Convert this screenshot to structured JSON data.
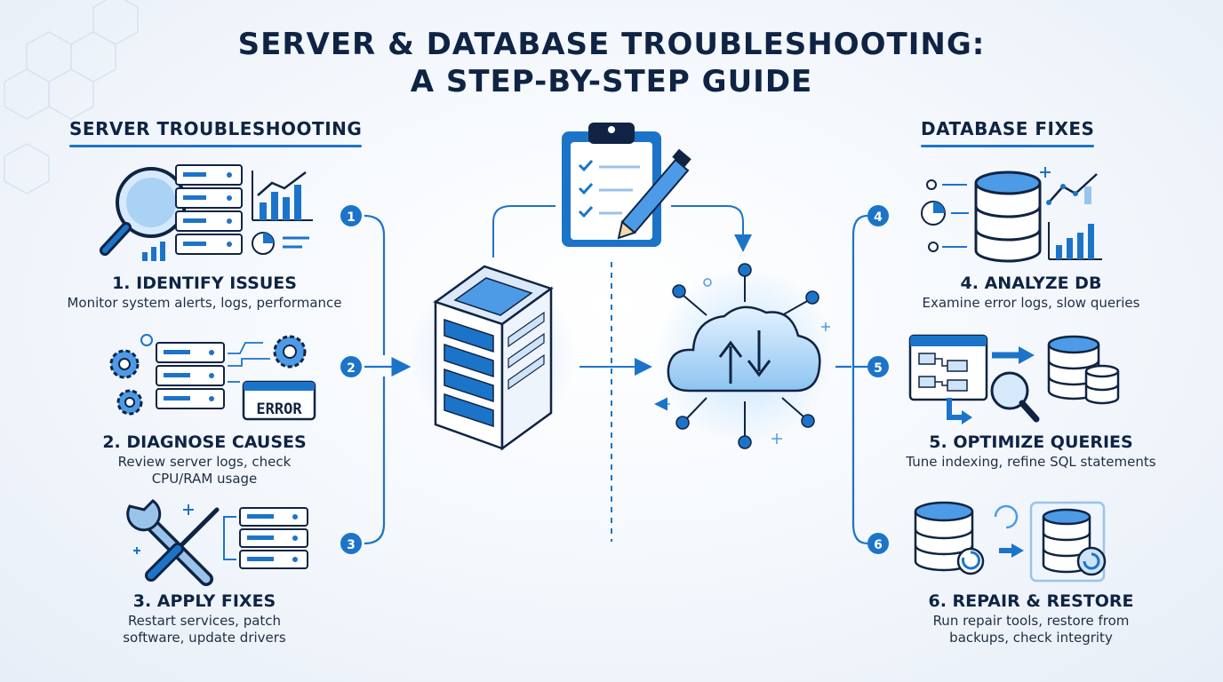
{
  "title": {
    "line1": "SERVER & DATABASE TROUBLESHOOTING:",
    "line2": "A STEP-BY-STEP GUIDE"
  },
  "left_section": {
    "heading": "SERVER TROUBLESHOOTING",
    "steps": [
      {
        "number": "1",
        "title": "1. IDENTIFY ISSUES",
        "desc_lines": [
          "Monitor system alerts, logs, performance"
        ]
      },
      {
        "number": "2",
        "title": "2. DIAGNOSE CAUSES",
        "desc_lines": [
          "Review server logs, check",
          "CPU/RAM usage"
        ],
        "icon_label": "ERROR"
      },
      {
        "number": "3",
        "title": "3. APPLY FIXES",
        "desc_lines": [
          "Restart services, patch",
          "software, update drivers"
        ]
      }
    ]
  },
  "right_section": {
    "heading": "DATABASE FIXES",
    "steps": [
      {
        "number": "4",
        "title": "4. ANALYZE DB",
        "desc_lines": [
          "Examine error logs, slow queries"
        ]
      },
      {
        "number": "5",
        "title": "5. OPTIMIZE QUERIES",
        "desc_lines": [
          "Tune indexing, refine SQL statements"
        ]
      },
      {
        "number": "6",
        "title": "6. REPAIR & RESTORE",
        "desc_lines": [
          "Run repair tools, restore from",
          "backups, check integrity"
        ]
      }
    ]
  },
  "colors": {
    "navy": "#0f2444",
    "accent": "#1c74c9",
    "light_blue": "#cfe3f7",
    "mid_blue": "#4d9be6"
  }
}
